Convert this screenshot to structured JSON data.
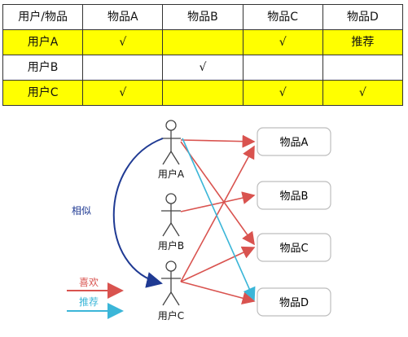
{
  "table": {
    "header": [
      "用户/物品",
      "物品A",
      "物品B",
      "物品C",
      "物品D"
    ],
    "rows": [
      {
        "user": "用户A",
        "cells": [
          "√",
          "",
          "√",
          "推荐"
        ],
        "highlight": true
      },
      {
        "user": "用户B",
        "cells": [
          "",
          "√",
          "",
          ""
        ],
        "highlight": false
      },
      {
        "user": "用户C",
        "cells": [
          "√",
          "",
          "√",
          "√"
        ],
        "highlight": true
      }
    ]
  },
  "diagram": {
    "users": [
      "用户A",
      "用户B",
      "用户C"
    ],
    "items": [
      "物品A",
      "物品B",
      "物品C",
      "物品D"
    ],
    "similar_label": "相似",
    "legend": {
      "like": "喜欢",
      "recommend": "推荐"
    },
    "colors": {
      "like": "#d9534f",
      "recommend": "#3bb6d8",
      "similar": "#1f3a93",
      "highlight": "#ffff00"
    }
  }
}
